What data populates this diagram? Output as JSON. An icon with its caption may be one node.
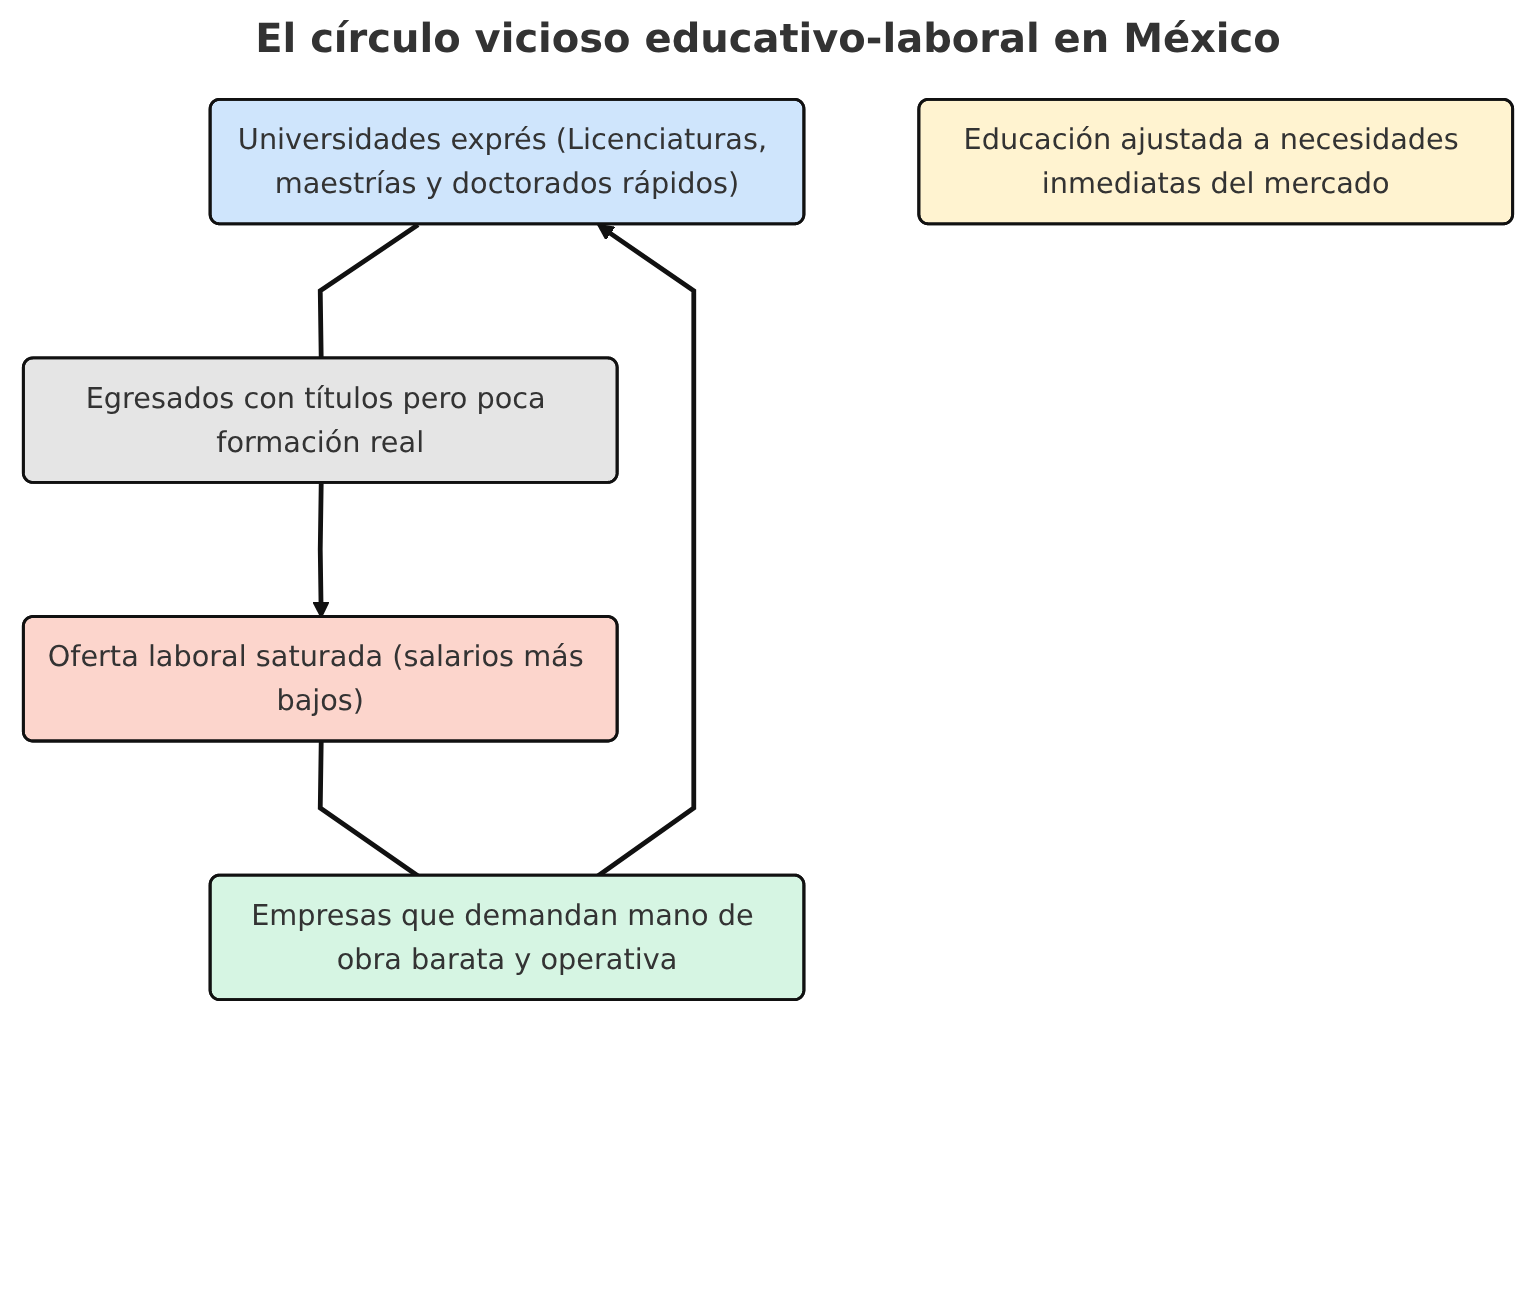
{
  "diagram": {
    "title": "El círculo vicioso educativo-laboral en México",
    "nodes": [
      {
        "text": [
          "Universidades exprés (Licenciaturas, maestrías y doctorados rápidos)"
        ]
      },
      {
        "text": [
          "Empresas que demandan mano de obra barata y operativa"
        ]
      },
      {
        "text": [
          "Educación ajustada a necesidades inmediatas del mercado"
        ]
      },
      {
        "text": [
          "Egresados con títulos pero poca formación real"
        ]
      },
      {
        "text": [
          "Oferta laboral saturada (salarios más bajos)"
        ]
      }
    ],
    "edges": [
      {
        "from": 1,
        "to": 0,
        "arrow": "to"
      },
      {
        "from": 0,
        "to": 3,
        "arrow": "none"
      },
      {
        "from": 3,
        "to": 4,
        "arrow": "to"
      },
      {
        "from": 4,
        "to": 1,
        "arrow": "none"
      }
    ]
  }
}
